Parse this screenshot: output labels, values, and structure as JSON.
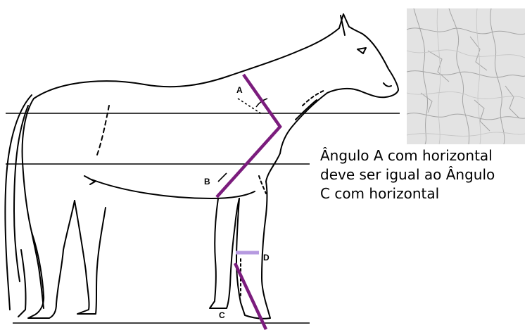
{
  "labels": {
    "angle_a": "A",
    "angle_b": "B",
    "angle_c": "C",
    "point_d": "D"
  },
  "caption": "Ângulo A com horizontal\ndeve ser igual ao Ângulo\nC com horizontal",
  "colors": {
    "angle_line": "#7b1c7d",
    "cannon_mark": "#b69ae0",
    "outline": "#000000",
    "marble_base": "#e3e3e3"
  },
  "icons": {
    "texture_swatch": "marble-texture-image"
  }
}
